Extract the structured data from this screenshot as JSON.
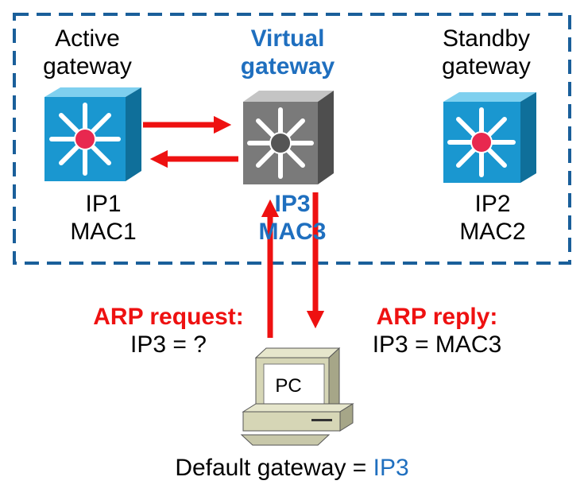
{
  "active": {
    "title_line1": "Active",
    "title_line2": "gateway",
    "ip": "IP1",
    "mac": "MAC1"
  },
  "virtual": {
    "title_line1": "Virtual",
    "title_line2": "gateway",
    "ip": "IP3",
    "mac": "MAC3"
  },
  "standby": {
    "title_line1": "Standby",
    "title_line2": "gateway",
    "ip": "IP2",
    "mac": "MAC2"
  },
  "arp_request": {
    "label": "ARP request:",
    "text": "IP3 = ?"
  },
  "arp_reply": {
    "label": "ARP reply:",
    "text": "IP3 = MAC3"
  },
  "pc": {
    "screen_label": "PC"
  },
  "default_gateway": {
    "prefix": "Default gateway = ",
    "value": "IP3"
  },
  "colors": {
    "switch_blue": "#1a97d0",
    "switch_gray": "#7a7a7a",
    "arrow_red": "#ee1111",
    "accent_blue": "#1f6fbf",
    "dash_blue": "#1a5f9a"
  }
}
